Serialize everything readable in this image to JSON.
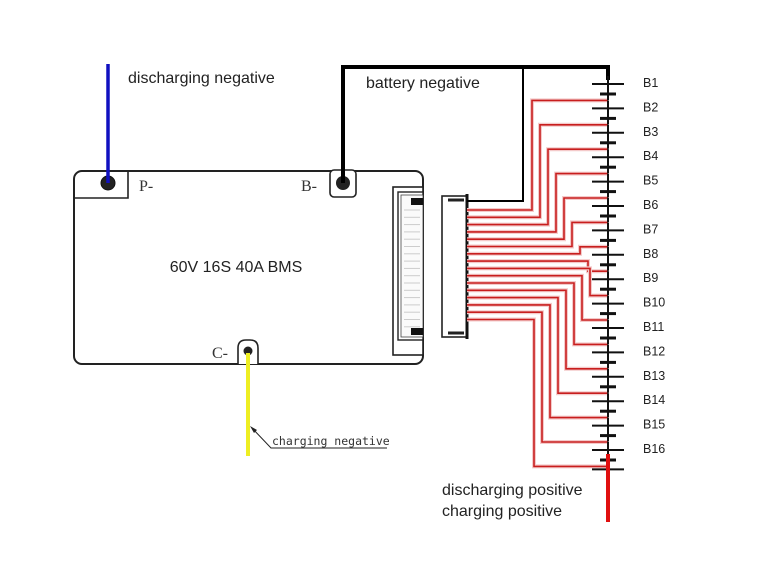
{
  "title": "60V 16S 40A BMS wiring diagram",
  "board": {
    "label": "60V 16S 40A BMS",
    "terminals": {
      "p_minus": "P-",
      "b_minus": "B-",
      "c_minus": "C-"
    }
  },
  "wires": {
    "discharging_negative": {
      "label": "discharging negative",
      "color": "#1010c0"
    },
    "battery_negative": {
      "label": "battery negative",
      "color": "#000000"
    },
    "charging_negative": {
      "label": "charging negative",
      "color": "#f0f020"
    },
    "positive": {
      "label_line1": "discharging positive",
      "label_line2": "charging positive",
      "color": "#e01010"
    },
    "balance_color": "#c81e1e"
  },
  "cells": [
    "B1",
    "B2",
    "B3",
    "B4",
    "B5",
    "B6",
    "B7",
    "B8",
    "B9",
    "B10",
    "B11",
    "B12",
    "B13",
    "B14",
    "B15",
    "B16"
  ]
}
